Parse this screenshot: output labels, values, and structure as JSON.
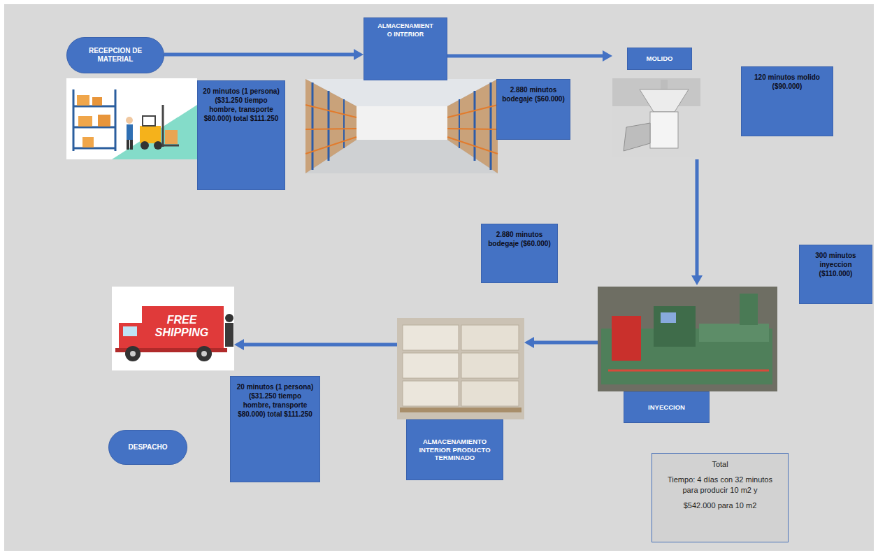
{
  "diagram": {
    "nodes": [
      {
        "text": [
          "RECEPCION DE MATERIAL"
        ]
      },
      {
        "text": [
          "20 minutos (1 persona) ($31.250 tiempo hombre, transporte $80.000) total $111.250"
        ]
      },
      {
        "text": [
          "ALMACENAMIENT O INTERIOR"
        ]
      },
      {
        "text": [
          "2.880 minutos bodegaje ($60.000)"
        ]
      },
      {
        "text": [
          "MOLIDO"
        ]
      },
      {
        "text": [
          "120 minutos molido ($90.000)"
        ]
      },
      {
        "text": [
          "300 minutos inyeccion ($110.000)"
        ]
      },
      {
        "text": [
          "INYECCION"
        ]
      },
      {
        "text": [
          "2.880 minutos bodegaje ($60.000)"
        ]
      },
      {
        "text": [
          "ALMACENAMIENTO INTERIOR PRODUCTO TERMINADO"
        ]
      },
      {
        "text": [
          "20 minutos (1 persona) ($31.250 tiempo hombre, transporte $80.000) total $111.250"
        ]
      },
      {
        "text": [
          "DESPACHO"
        ]
      },
      {
        "text": [
          "Total",
          "Tiempo: 4 días con 32 minutos para producir 10 m2 y",
          "$542.000 para 10 m2"
        ]
      }
    ],
    "edges": [
      {
        "from": 0,
        "to": 2,
        "arrow": "to"
      },
      {
        "from": 2,
        "to": 4,
        "arrow": "to"
      },
      {
        "from": 4,
        "to": 7,
        "arrow": "to"
      },
      {
        "from": 7,
        "to": 9,
        "arrow": "to"
      },
      {
        "from": 9,
        "to": 11,
        "arrow": "to"
      }
    ],
    "labels": [
      "FREE SHIPPING"
    ]
  }
}
